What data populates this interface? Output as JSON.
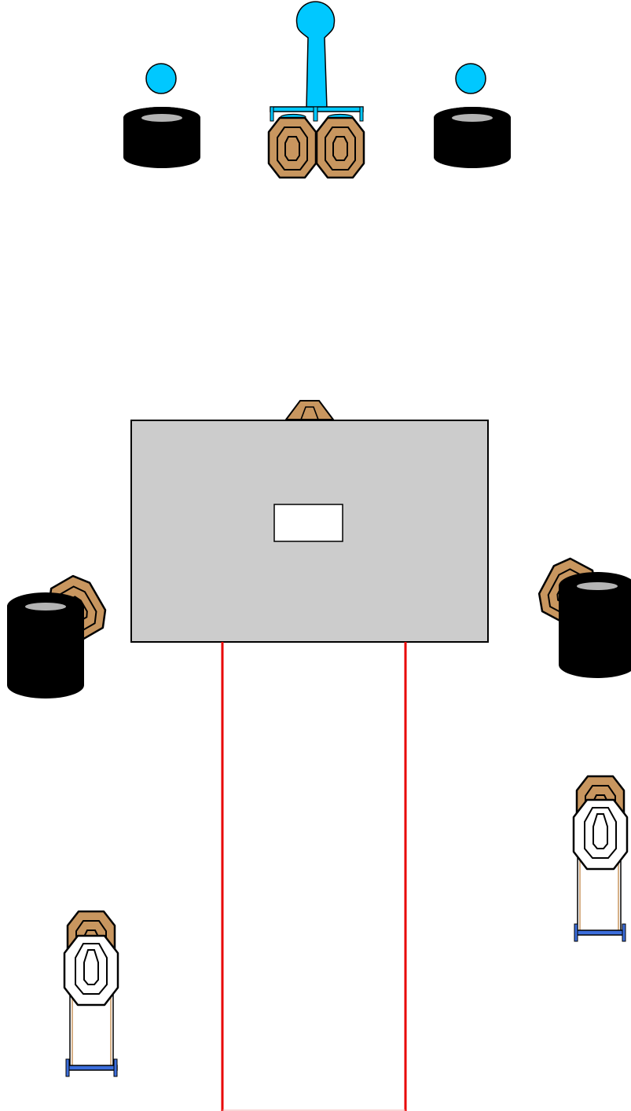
{
  "colors": {
    "background": "#ffffff",
    "cardboard_target": "#c8965f",
    "steel_target": "#00c8ff",
    "stand_frame": "#3c6edc",
    "tire": "#000000",
    "tire_hole": "#b4b4b4",
    "barricade": "#cccccc",
    "window": "#ffffff",
    "fault_line": "#e80000",
    "outline": "#000000"
  },
  "elements": [
    {
      "id": "popper-left",
      "kind": "steel-popper"
    },
    {
      "id": "popper-right",
      "kind": "steel-popper"
    },
    {
      "id": "tire-stack-top-left",
      "kind": "tire-stack"
    },
    {
      "id": "tire-stack-top-right",
      "kind": "tire-stack"
    },
    {
      "id": "steel-swinger",
      "kind": "steel-activator"
    },
    {
      "id": "cardboard-pair-top",
      "kind": "cardboard-target"
    },
    {
      "id": "barricade-wall",
      "kind": "barricade"
    },
    {
      "id": "barricade-window",
      "kind": "port"
    },
    {
      "id": "cardboard-behind-wall",
      "kind": "cardboard-target"
    },
    {
      "id": "tire-stack-left",
      "kind": "tire-stack"
    },
    {
      "id": "tire-stack-right",
      "kind": "tire-stack"
    },
    {
      "id": "cardboard-left-side",
      "kind": "cardboard-target"
    },
    {
      "id": "cardboard-right-side",
      "kind": "cardboard-target"
    },
    {
      "id": "fault-lines",
      "kind": "shooting-box"
    },
    {
      "id": "target-stand-left",
      "kind": "cardboard-target-with-no-shoot"
    },
    {
      "id": "target-stand-right",
      "kind": "cardboard-target-with-no-shoot"
    }
  ]
}
